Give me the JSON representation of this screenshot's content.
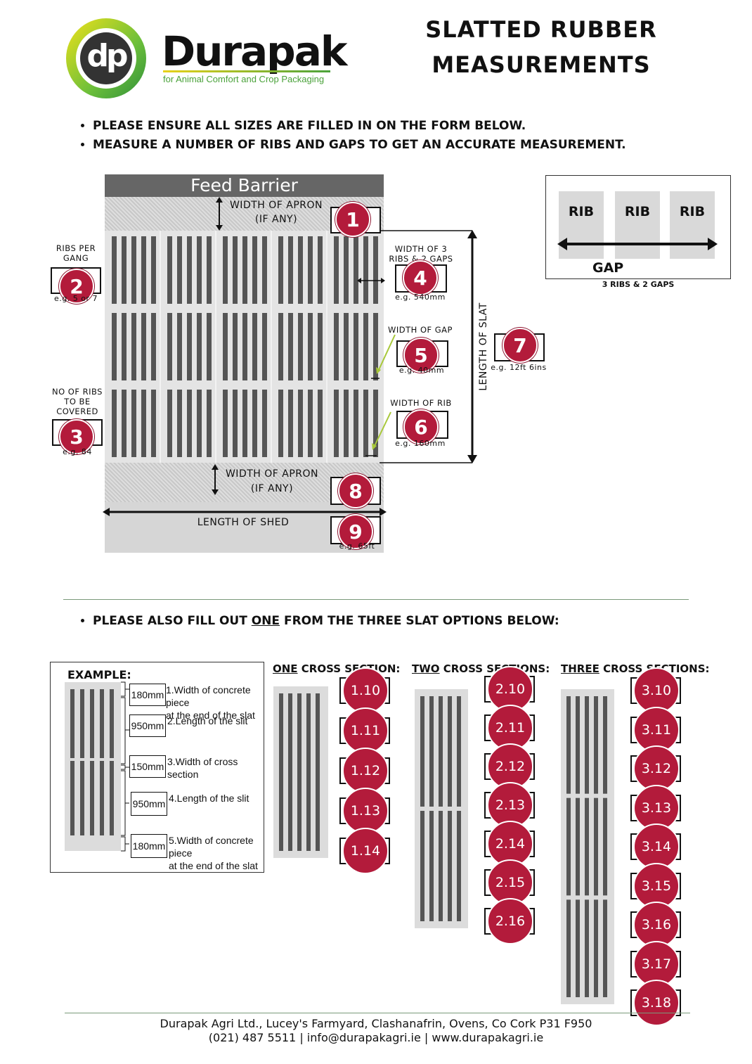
{
  "brand": {
    "logo_initials": "dp",
    "name": "Durapak",
    "tagline": "for Animal Comfort and Crop Packaging"
  },
  "title": {
    "line1": "SLATTED RUBBER",
    "line2": "MEASUREMENTS"
  },
  "instructions": [
    "PLEASE ENSURE ALL SIZES ARE FILLED IN ON THE FORM BELOW.",
    "MEASURE A NUMBER OF RIBS AND GAPS TO GET AN ACCURATE MEASUREMENT."
  ],
  "diagram": {
    "feed_barrier": "Feed Barrier",
    "width_of_apron_top": {
      "l1": "WIDTH OF APRON",
      "l2": "(IF ANY)"
    },
    "width_of_apron_bottom": {
      "l1": "WIDTH OF APRON",
      "l2": "(IF ANY)"
    },
    "ribs_per_gang": {
      "l1": "RIBS PER",
      "l2": "GANG",
      "eg": "e.g. 5 or 7"
    },
    "no_of_ribs": {
      "l1": "NO OF RIBS",
      "l2": "TO BE",
      "l3": "COVERED",
      "eg": "e.g. 84"
    },
    "width_3_ribs": {
      "l1": "WIDTH OF 3",
      "l2": "RIBS & 2 GAPS",
      "eg": "e.g. 540mm"
    },
    "width_gap": {
      "l1": "WIDTH OF GAP",
      "eg": "e.g. 40mm"
    },
    "width_rib": {
      "l1": "WIDTH OF RIB",
      "eg": "e.g. 160mm"
    },
    "length_of_slat": "LENGTH OF SLAT",
    "length_of_slat_eg": "e.g. 12ft 6ins",
    "length_of_shed": "LENGTH OF SHED",
    "length_of_shed_eg": "e.g. 65ft",
    "badges": [
      "1",
      "2",
      "3",
      "4",
      "5",
      "6",
      "7",
      "8",
      "9"
    ]
  },
  "rib_legend": {
    "rib": "RIB",
    "gap": "GAP",
    "caption": "3 RIBS & 2 GAPS"
  },
  "slat_options": {
    "heading_pre": "PLEASE ALSO FILL OUT ",
    "heading_u": "ONE",
    "heading_post": " FROM THE THREE SLAT OPTIONS BELOW:",
    "example": {
      "title": "EXAMPLE:",
      "rows": [
        {
          "value": "180mm",
          "l1": "1.Width of concrete piece",
          "l2": "at the end of the slat"
        },
        {
          "value": "950mm",
          "l1": "2.Length of the slit",
          "l2": ""
        },
        {
          "value": "150mm",
          "l1": "3.Width of cross section",
          "l2": ""
        },
        {
          "value": "950mm",
          "l1": "4.Length of the slit",
          "l2": ""
        },
        {
          "value": "180mm",
          "l1": "5.Width of concrete piece",
          "l2": "at the end of the slat"
        }
      ]
    },
    "one": {
      "u": "ONE",
      "rest": " CROSS SECTION:",
      "badges": [
        "1.10",
        "1.11",
        "1.12",
        "1.13",
        "1.14"
      ]
    },
    "two": {
      "u": "TWO",
      "rest": " CROSS SECTIONS:",
      "badges": [
        "2.10",
        "2.11",
        "2.12",
        "2.13",
        "2.14",
        "2.15",
        "2.16"
      ]
    },
    "three": {
      "u": "THREE",
      "rest": " CROSS SECTIONS:",
      "badges": [
        "3.10",
        "3.11",
        "3.12",
        "3.13",
        "3.14",
        "3.15",
        "3.16",
        "3.17",
        "3.18"
      ]
    }
  },
  "footer": {
    "line1": "Durapak Agri Ltd., Lucey's Farmyard, Clashanafrin, Ovens, Co Cork P31 F950",
    "line2": "(021) 487 5511 | info@durapakagri.ie | www.durapakagri.ie"
  },
  "colors": {
    "badge": "#b31b3b",
    "brand_green": "#4aa23a",
    "brand_yellow": "#e8d21a",
    "slat_grey": "#d9d9d9",
    "rib_grey": "#555555"
  }
}
